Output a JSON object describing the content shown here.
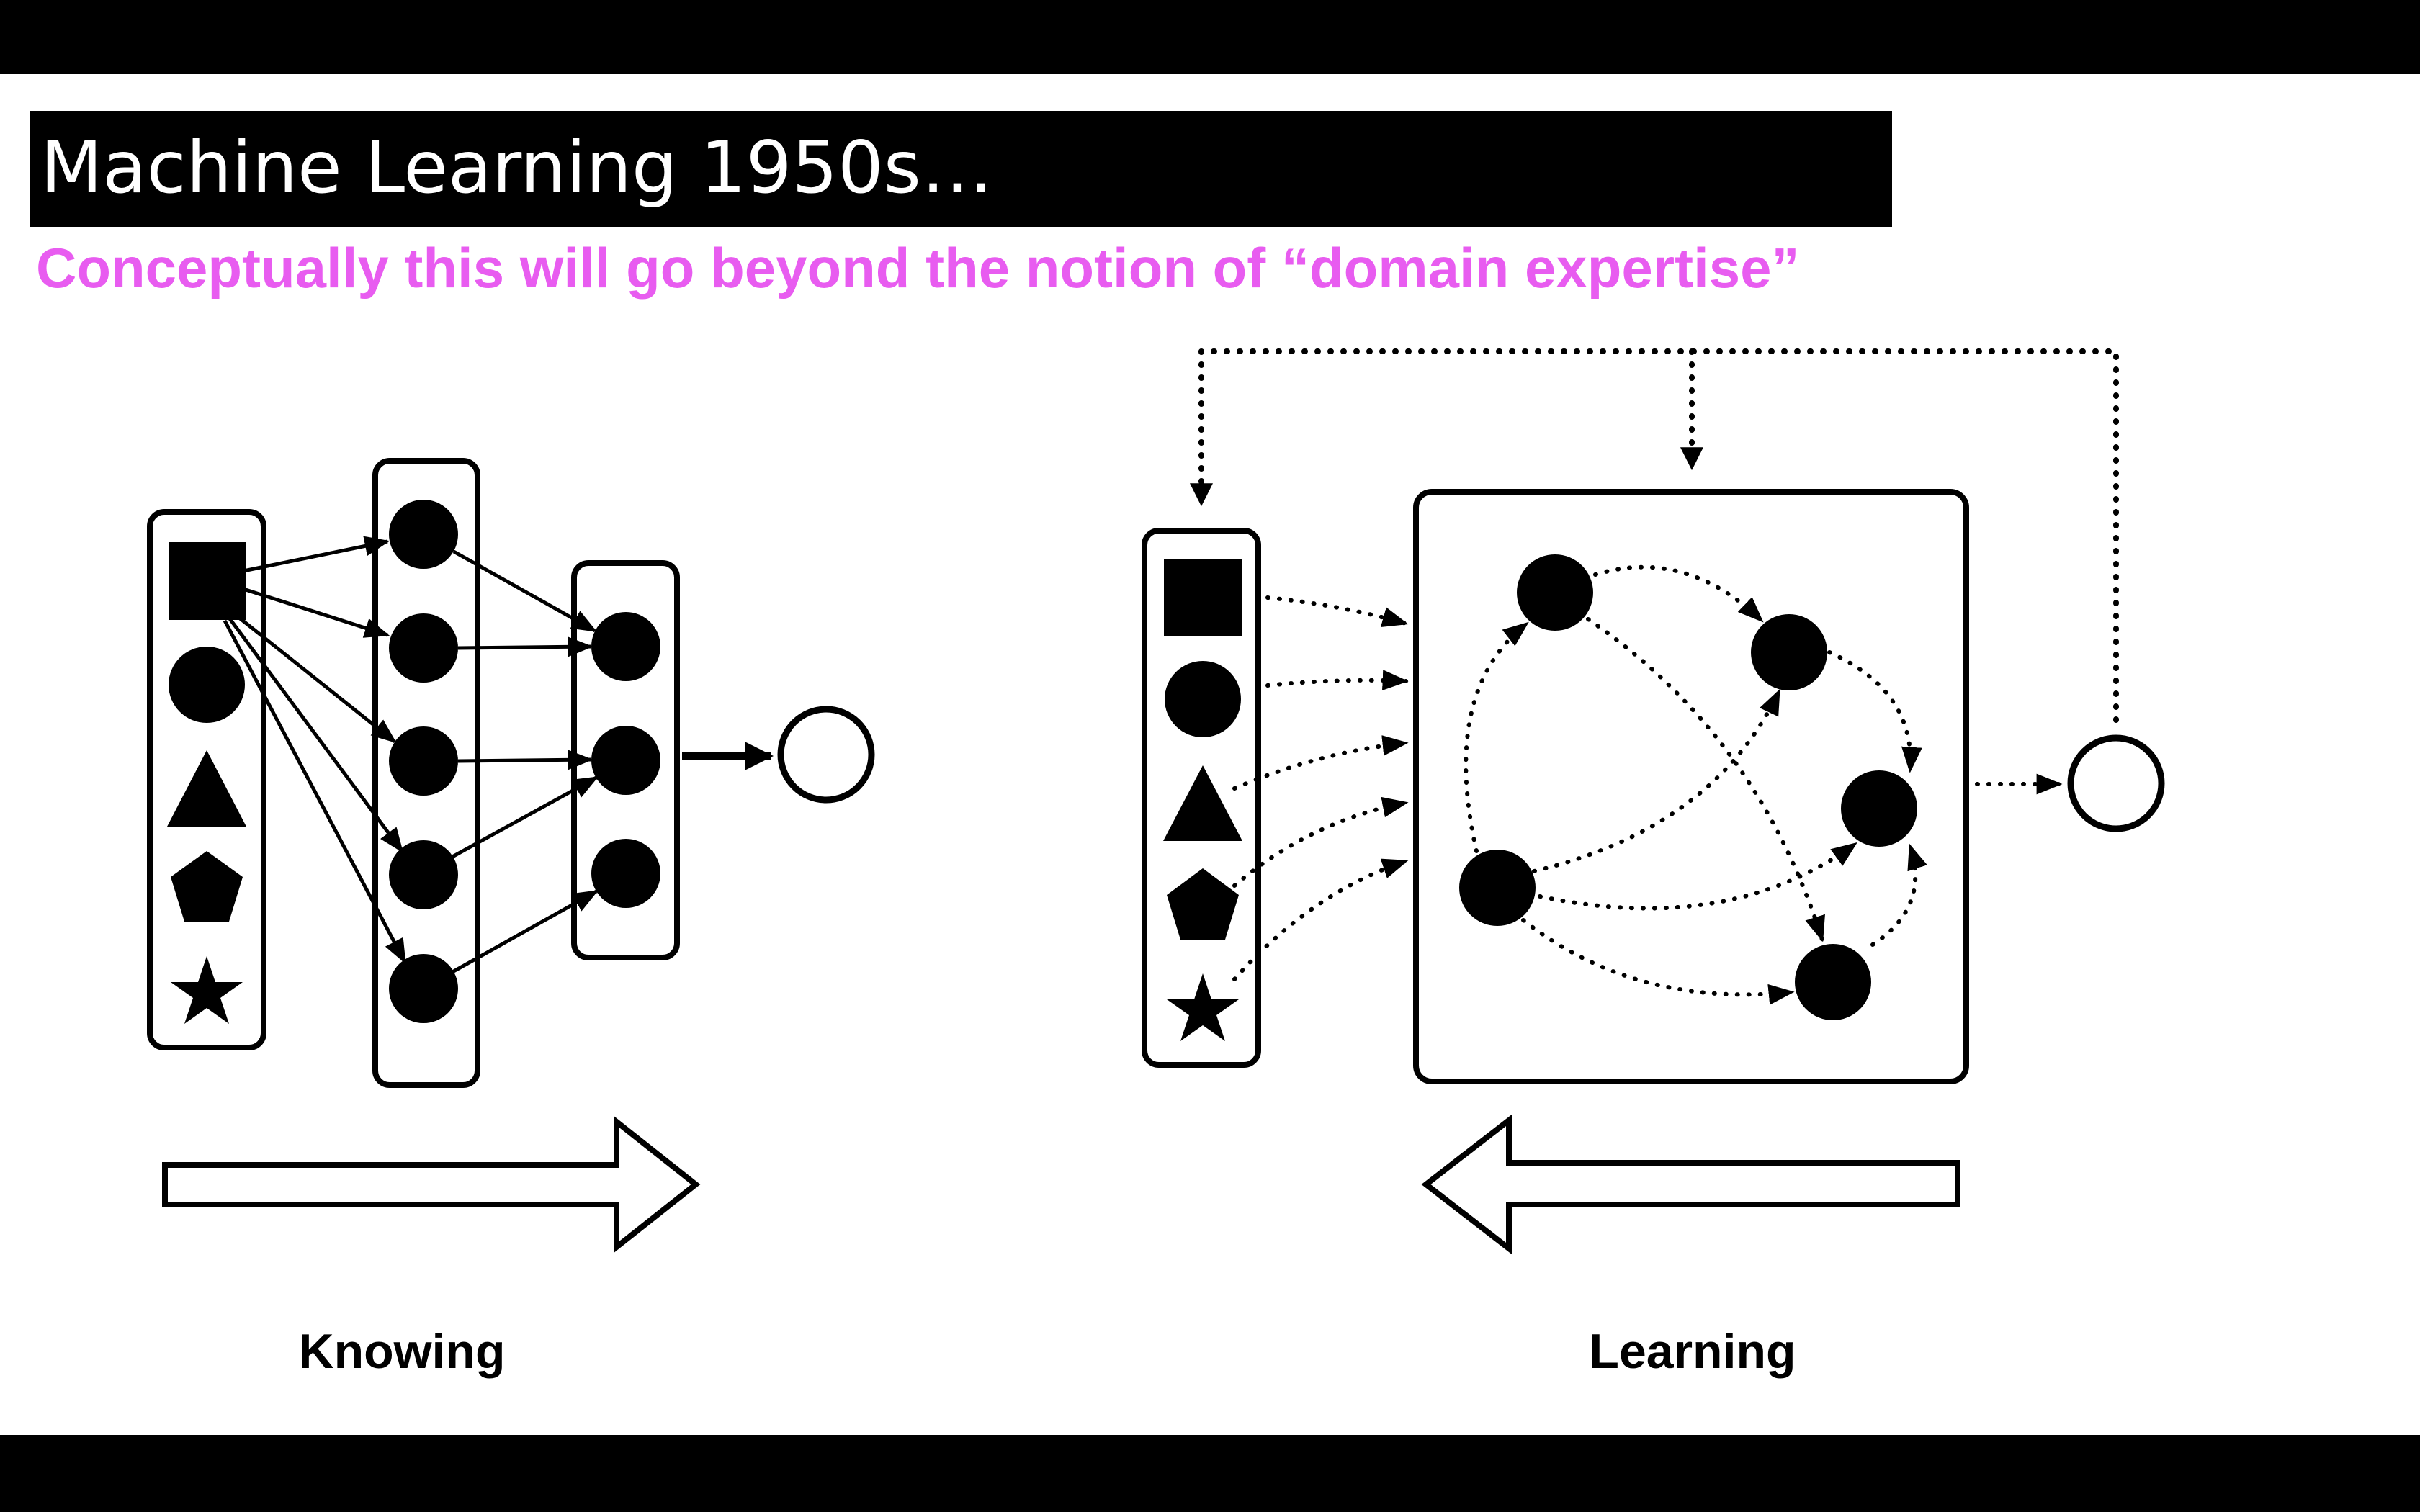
{
  "slide": {
    "title": "Machine Learning 1950s…",
    "subtitle": "Conceptually this will go beyond the notion of “domain expertise”",
    "left_caption": "Knowing",
    "right_caption": "Learning"
  },
  "colors": {
    "subtitle": "#e85cf0",
    "ink": "#000000",
    "background": "#ffffff",
    "title_bar": "#000000"
  },
  "diagrams": {
    "knowing": {
      "input_shapes": [
        "square-icon",
        "circle-icon",
        "triangle-icon",
        "pentagon-icon",
        "star-icon"
      ],
      "hidden_layer_nodes": 5,
      "second_layer_nodes": 3,
      "output": "hollow-circle-icon",
      "connections": "solid",
      "direction": "forward"
    },
    "learning": {
      "input_shapes": [
        "square-icon",
        "circle-icon",
        "triangle-icon",
        "pentagon-icon",
        "star-icon"
      ],
      "network_nodes": 5,
      "output": "hollow-circle-icon",
      "connections": "dotted",
      "feedback_loop": true,
      "direction": "backward"
    }
  }
}
